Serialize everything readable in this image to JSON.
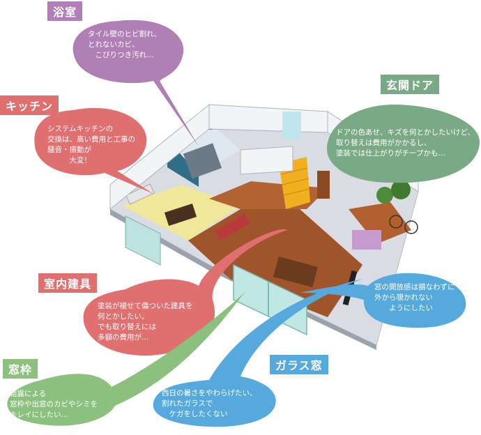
{
  "colors": {
    "purple": "#b07fb6",
    "red": "#e07070",
    "green": "#7aaa85",
    "lightgreen": "#8bc07e",
    "blue": "#55a9dc"
  },
  "sections": {
    "bath": {
      "label": "浴室",
      "text": "タイル壁のヒビ割れ、\nとれないカビ、\n　こびりつき汚れ…"
    },
    "kitchen": {
      "label": "キッチン",
      "text": "システムキッチンの\n交換は、高い費用と工事の\n騒音・振動が\n　　　大変！"
    },
    "entrance": {
      "label": "玄関ドア",
      "text": "ドアの色あせ、キズを何とかしたいけど、\n取り替えは費用がかかるし、\n塗装では仕上がりがチープかも…"
    },
    "fittings": {
      "label": "室内建具",
      "text": "塗装が褪せて傷ついた建具を\n何とかしたい。\nでも取り替えには\n多額の費用が…"
    },
    "window": {
      "label": "窓枠",
      "text": "結露による\n窓枠や出窓のカビやシミを\nキレイにしたい…"
    },
    "glass": {
      "label": "ガラス窓",
      "text": "西日の暑さをやわらげたい、\n割れたガラスで\n　ケガをしたくない"
    },
    "privacy": {
      "text": "窓の開放感は損なわずに\n外から覗かれない\n　　ようにしたい"
    }
  }
}
